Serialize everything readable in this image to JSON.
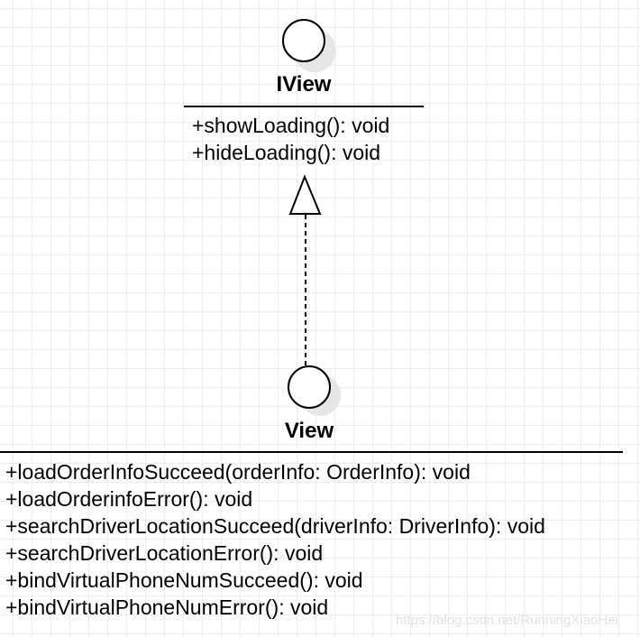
{
  "iview": {
    "name": "IView",
    "methods": [
      "+showLoading(): void",
      "+hideLoading(): void"
    ]
  },
  "view": {
    "name": "View",
    "methods": [
      "+loadOrderInfoSucceed(orderInfo: OrderInfo): void",
      "+loadOrderinfoError(): void",
      "+searchDriverLocationSucceed(driverInfo: DriverInfo): void",
      "+searchDriverLocationError(): void",
      "+bindVirtualPhoneNumSucceed(): void",
      "+bindVirtualPhoneNumError(): void"
    ]
  },
  "relationship": {
    "type": "realization",
    "from": "View",
    "to": "IView"
  },
  "watermark": "https://blog.csdn.net/RunningXiaoHei"
}
